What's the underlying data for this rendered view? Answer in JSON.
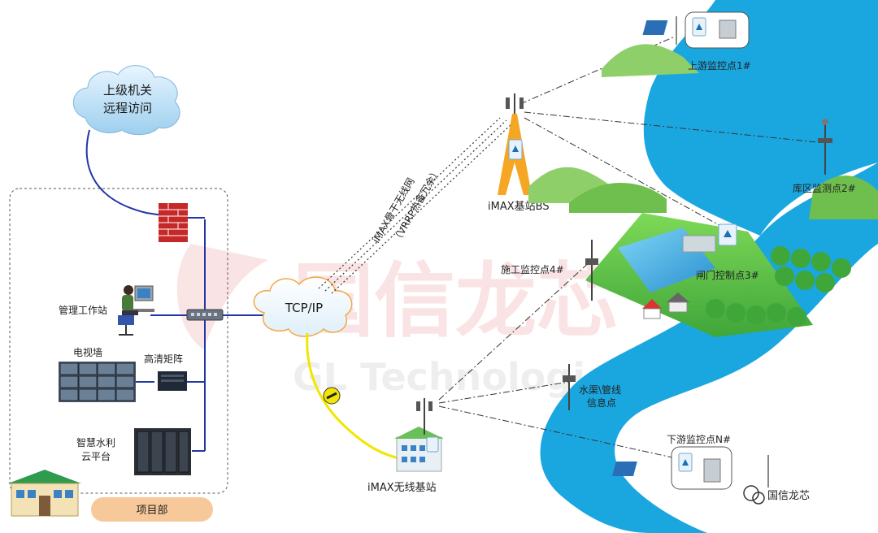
{
  "cloud_top": {
    "line1": "上级机关",
    "line2": "远程访问"
  },
  "left_panel": {
    "workstation": "管理工作站",
    "tv_wall": "电视墙",
    "hd_matrix": "高清矩阵",
    "cloud_platform_line1": "智慧水利",
    "cloud_platform_line2": "云平台",
    "project_dept": "项目部"
  },
  "network": {
    "tcpip": "TCP/IP",
    "backbone_line1": "iMAX骨干无线网",
    "backbone_line2": "（VRRP热备冗余）"
  },
  "stations": {
    "base_bs": "iMAX基站BS",
    "wireless_base": "iMAX无线基站",
    "upstream": "上游监控点1#",
    "reservoir": "库区监测点2#",
    "gate": "闸门控制点3#",
    "construction": "施工监控点4#",
    "canal_line1": "水渠\\管线",
    "canal_line2": "信息点",
    "downstream": "下游监控点N#"
  },
  "watermark": {
    "logo": "国信龙芯",
    "sub": "GL Technologies"
  },
  "brand": {
    "name": "国信龙芯"
  },
  "colors": {
    "water": "#1aa7e0",
    "fiber": "#f2e600",
    "lan": "#2236a8",
    "label_bg": "#f7c99a"
  }
}
